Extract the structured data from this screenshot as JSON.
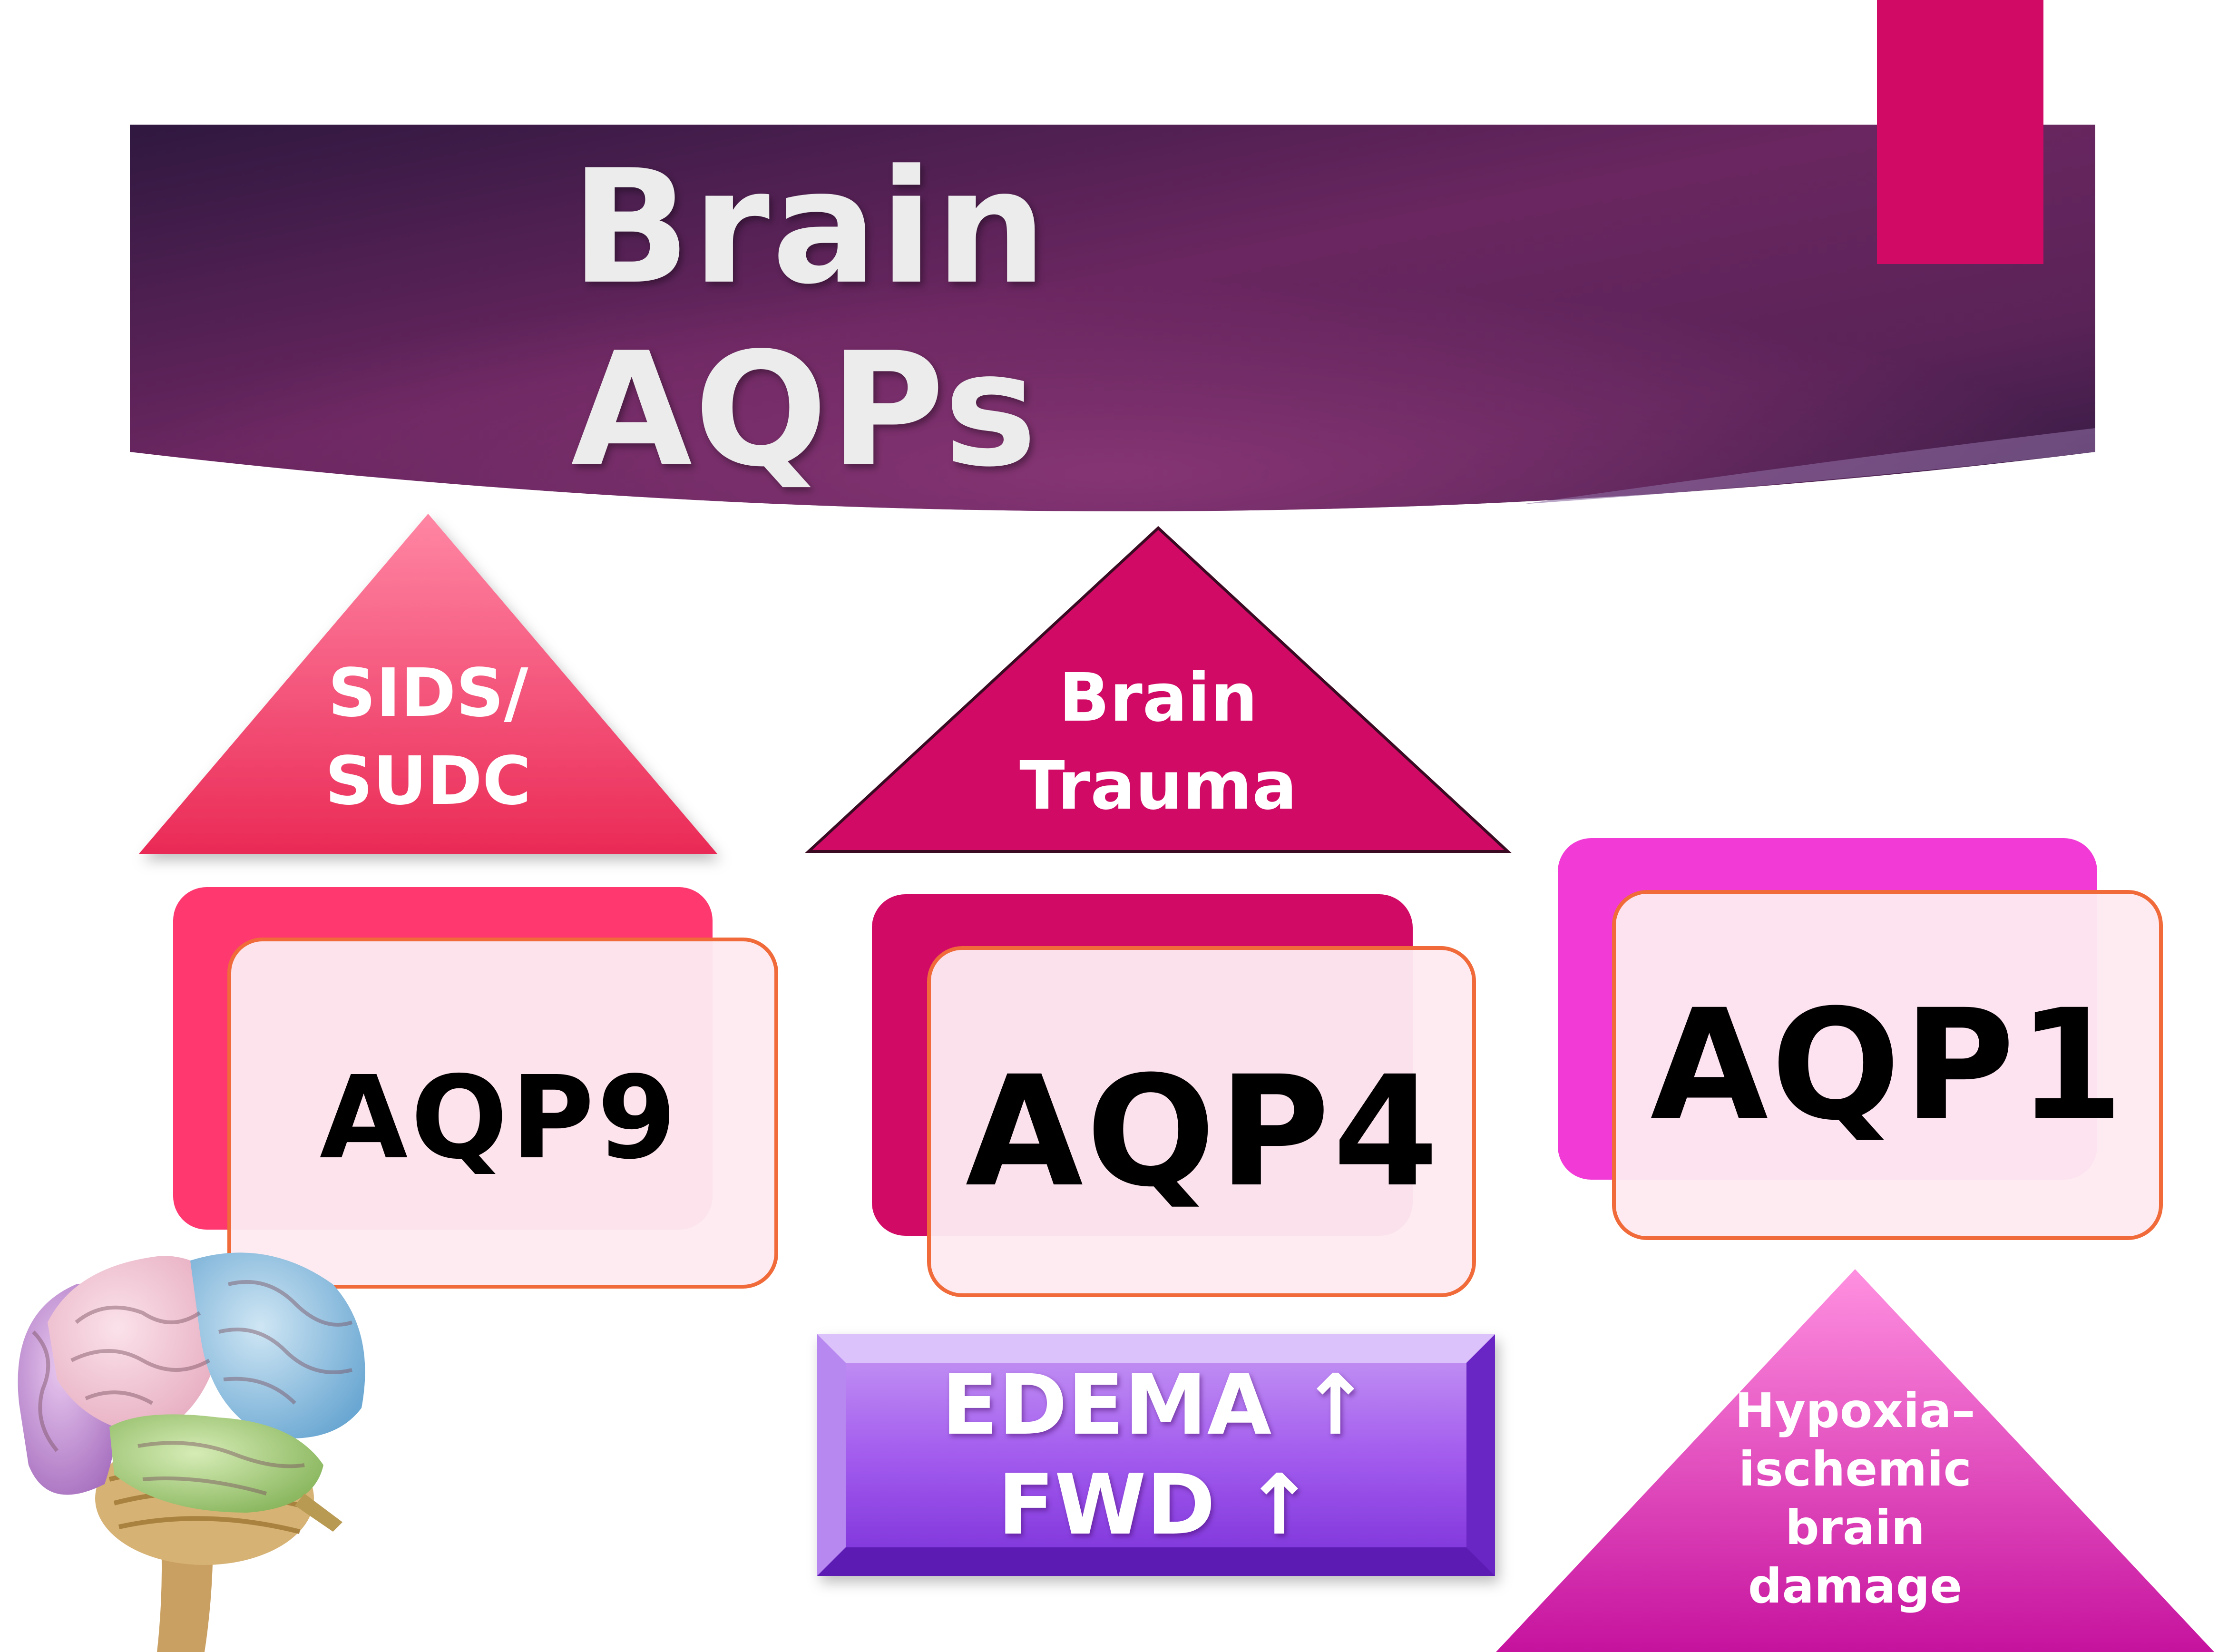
{
  "title": "Brain AQPs",
  "triangles": {
    "sids": [
      "SIDS/",
      "SUDC"
    ],
    "trauma": [
      "Brain",
      "Trauma"
    ],
    "hypoxia": [
      "Hypoxia–",
      "ischemic",
      "brain",
      "damage"
    ]
  },
  "cards": {
    "aqp9": "AQP9",
    "aqp4": "AQP4",
    "aqp1": "AQP1"
  },
  "edema_box": [
    "EDEMA ↑",
    "FWD ↑"
  ],
  "colors": {
    "banner_dark": "#3a1a4a",
    "banner_mid": "#6e2a6a",
    "accent_magenta": "#d10a66",
    "sids_pink": "#f0406e",
    "aqp9_back": "#ff3870",
    "aqp4_back": "#d10a66",
    "aqp1_back": "#f23ad6",
    "card_face": "#fdeaf0",
    "card_border": "#f06a3a",
    "edema_purple": "#9a50e6",
    "hypoxia_pink": "#e03ac4"
  }
}
